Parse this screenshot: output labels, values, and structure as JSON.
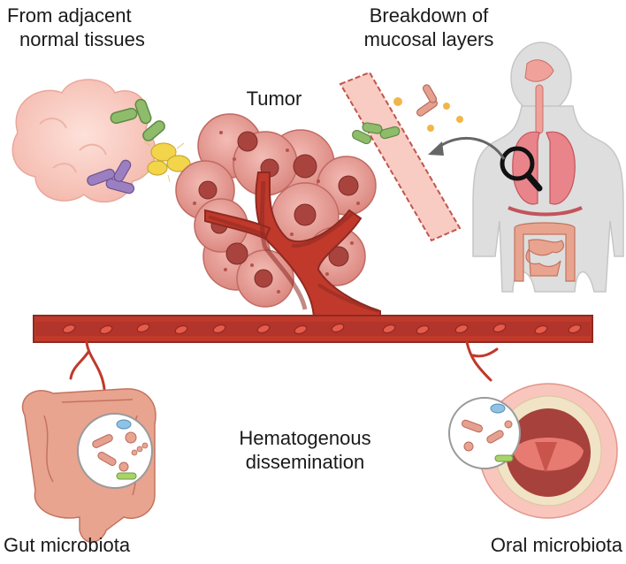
{
  "labels": {
    "adjacent": [
      "From adjacent",
      "normal tissues"
    ],
    "mucosal": [
      "Breakdown of",
      "mucosal layers"
    ],
    "tumor": "Tumor",
    "hematogenous": [
      "Hematogenous",
      "dissemination"
    ],
    "gut": "Gut microbiota",
    "oral": "Oral microbiota"
  },
  "colors": {
    "vessel_fill": "#c0392b",
    "vessel_dark": "#8e2a22",
    "tumor_cell": "#e8a09a",
    "tumor_nucleus": "#a8433d",
    "tissue_pink": "#f7c9c2",
    "body_grey": "#dedede",
    "lung": "#e9848a",
    "intestine": "#e8a48f",
    "bacteria_green": "#8fbc6b",
    "bacteria_purple": "#9b7fc0",
    "bacteria_yellow": "#f2d54a",
    "arrow_grey": "#666666"
  },
  "icons": [
    "magnifier-icon",
    "arrow-icon"
  ]
}
